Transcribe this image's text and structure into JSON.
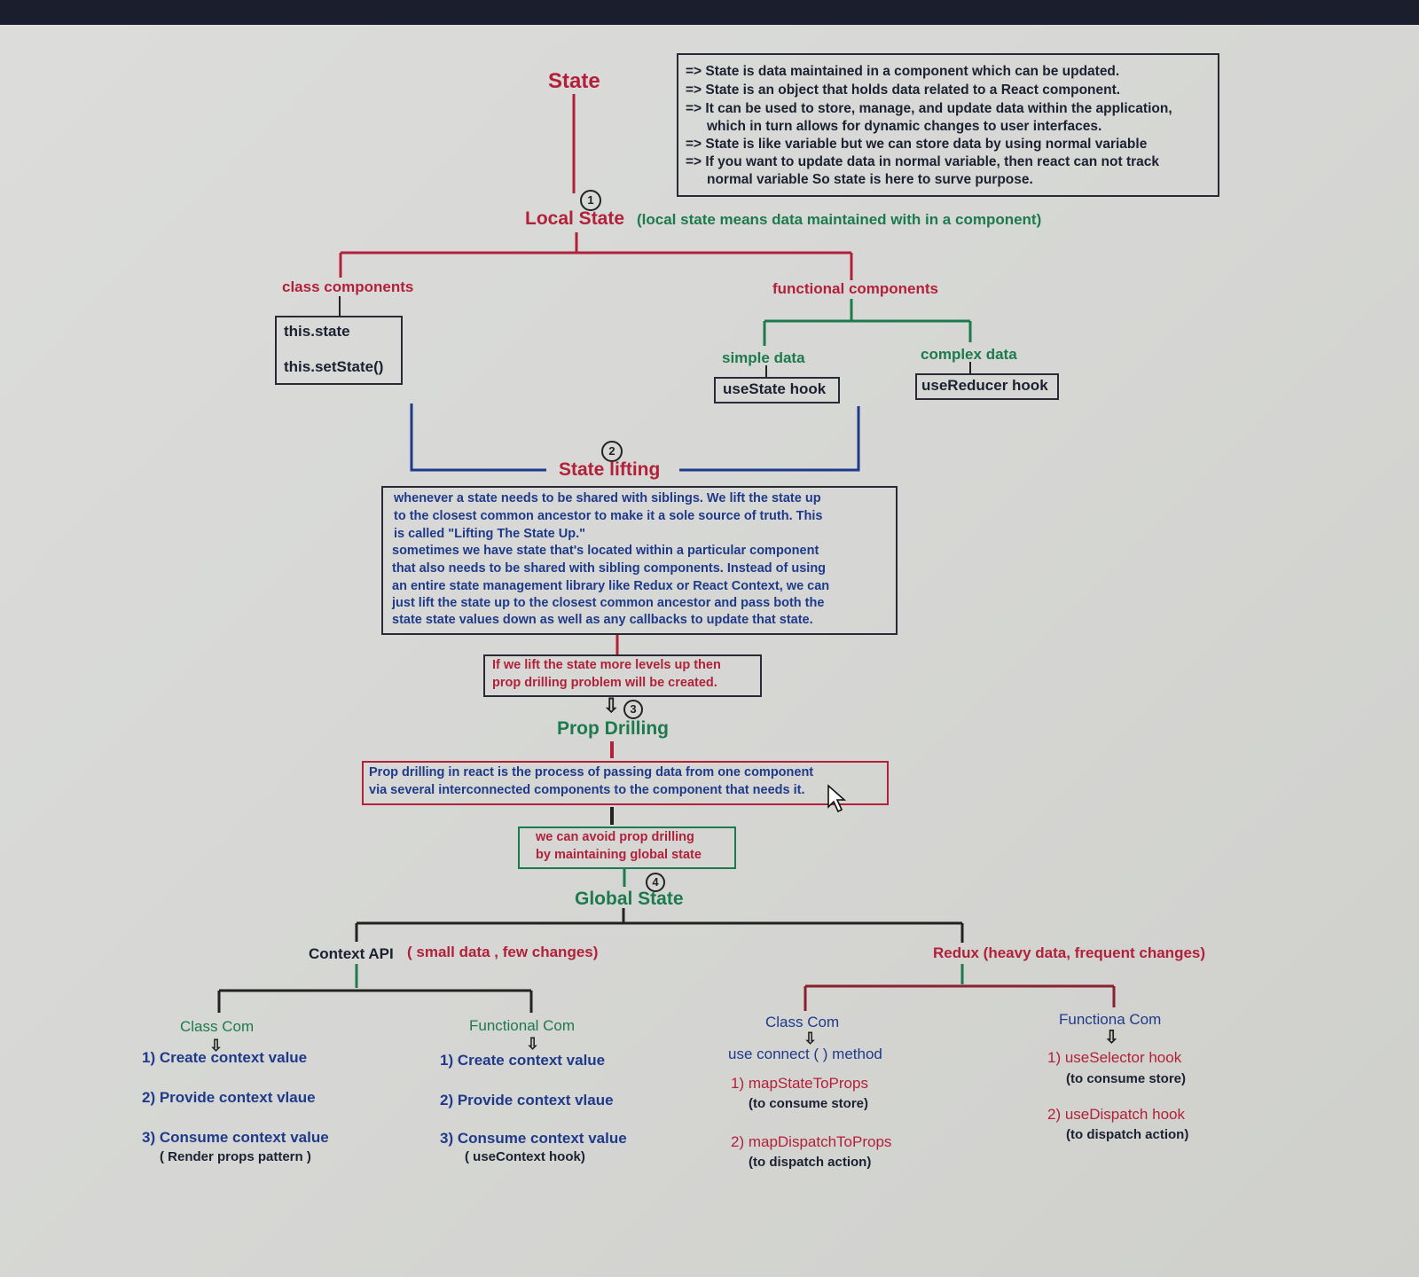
{
  "state": {
    "title": "State",
    "notes": [
      "=> State is data maintained in a component which can be updated.",
      "=> State is an object that holds data related to a React component.",
      "=> It can be used to store, manage, and update data within the application,",
      "which in turn allows for dynamic changes to user interfaces.",
      "=> State is like variable but we can store data by using normal variable",
      "=> If you want to update data in normal variable, then react can not track",
      "normal variable So state is here to surve purpose."
    ]
  },
  "local": {
    "num": "1",
    "title": "Local State",
    "desc": "(local state means data maintained with in a component)"
  },
  "class_components": {
    "label": "class components",
    "items": [
      "this.state",
      "this.setState()"
    ]
  },
  "functional_components": {
    "label": "functional components",
    "simple_label": "simple data",
    "simple_hook": "useState hook",
    "complex_label": "complex data",
    "complex_hook": "useReducer hook"
  },
  "lifting": {
    "num": "2",
    "title": "State lifting",
    "lines": [
      "whenever a state needs to be shared with siblings. We lift the state up",
      "to the closest common ancestor to make it a sole source of truth. This",
      "is called \"Lifting The State Up.\"",
      "sometimes we have state that's located within a particular component",
      "that also needs to be shared with sibling components. Instead of using",
      "an entire state management library like Redux or React Context, we can",
      "just lift the state up to the closest common ancestor and pass both the",
      "state state values down as well as any callbacks to update that state."
    ],
    "warning": [
      "If we lift the state more levels up then",
      "prop drilling problem will be created."
    ]
  },
  "prop_drilling": {
    "num": "3",
    "title": "Prop Drilling",
    "lines": [
      "Prop drilling in react is the process of passing data from one component",
      "via several interconnected components to the component that needs it."
    ],
    "avoid": [
      "we can avoid prop drilling",
      "by maintaining global state"
    ]
  },
  "global": {
    "num": "4",
    "title": "Global State",
    "context_api": {
      "label": "Context API",
      "note": "( small data , few changes)",
      "class_com": {
        "title": "Class Com",
        "steps": [
          "1) Create context value",
          "2) Provide context vlaue",
          "3) Consume context value"
        ],
        "note": "( Render props pattern )"
      },
      "functional_com": {
        "title": "Functional Com",
        "steps": [
          "1) Create context value",
          "2) Provide context vlaue",
          "3) Consume context value"
        ],
        "note": "( useContext hook)"
      }
    },
    "redux": {
      "label": "Redux (heavy data, frequent changes)",
      "class_com": {
        "title": "Class Com",
        "method": "use connect ( ) method",
        "step1": "1) mapStateToProps",
        "step1_note": "(to consume store)",
        "step2": "2) mapDispatchToProps",
        "step2_note": "(to dispatch action)"
      },
      "functional_com": {
        "title": "Functiona Com",
        "step1": "1) useSelector hook",
        "step1_note": "(to consume store)",
        "step2": "2) useDispatch hook",
        "step2_note": "(to dispatch action)"
      }
    }
  },
  "colors": {
    "red": "#b3203a",
    "green": "#1c7a4c",
    "blue": "#1f3a8a",
    "dark": "#1b2130"
  }
}
